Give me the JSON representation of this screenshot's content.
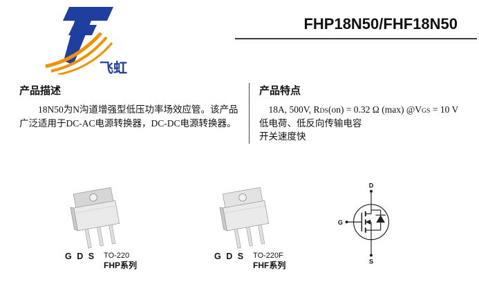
{
  "colors": {
    "logo_blue": "#1e3ea0",
    "logo_orange": "#f29100"
  },
  "header": {
    "title": "FHP18N50/FHF18N50",
    "logo_text": "飞虹"
  },
  "description": {
    "heading": "产品描述",
    "body": "18N50为N沟道增强型低压功率场效应管。该产品广泛适用于DC-AC电源转换器，DC-DC电源转换器。"
  },
  "features": {
    "heading": "产品特点",
    "spec": {
      "p1": "18A, 500V, R",
      "s1": "DS",
      "p2": "(on) = 0.32 Ω (max) @V",
      "s2": "GS",
      "p3": " = 10 V"
    },
    "line2": "低电荷、低反向传输电容",
    "line3": "开关速度快"
  },
  "packages": [
    {
      "pins": "G D S",
      "name": "TO-220",
      "series": "FHP系列"
    },
    {
      "pins": "G D S",
      "name": "TO-220F",
      "series": "FHF系列"
    }
  ],
  "symbol": {
    "drain": "D",
    "gate": "G",
    "source": "S"
  }
}
